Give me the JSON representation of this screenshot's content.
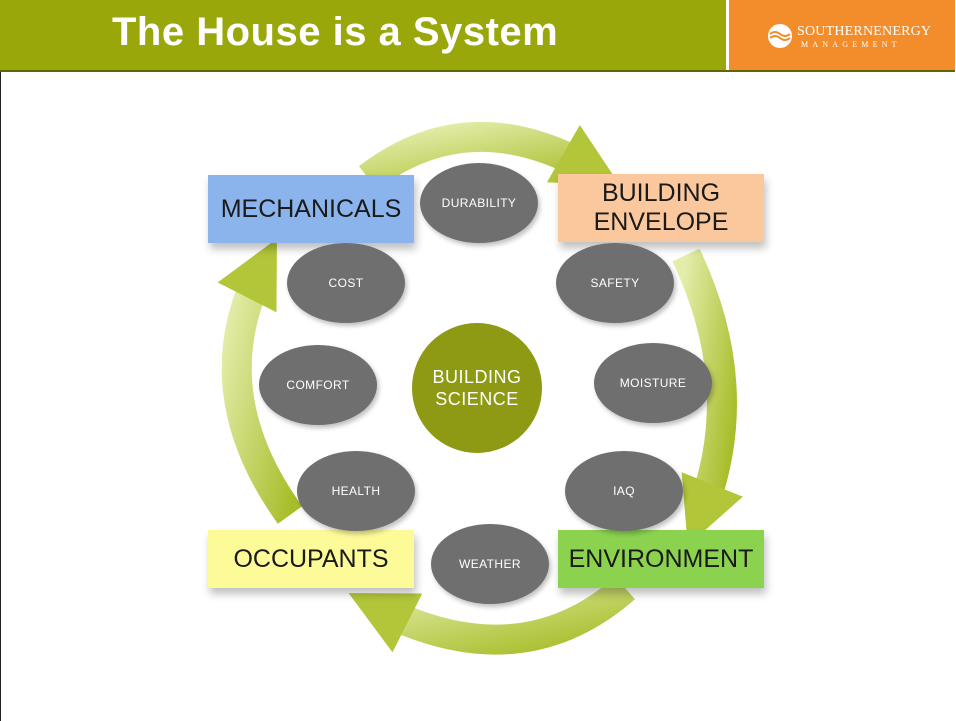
{
  "header": {
    "title": "The House is a System",
    "logo": {
      "line1": "SOUTHERNENERGY",
      "line2": "MANAGEMENT"
    }
  },
  "diagram": {
    "center": {
      "line1": "BUILDING",
      "line2": "SCIENCE"
    },
    "corners": {
      "top_left": "MECHANICALS",
      "top_right": {
        "line1": "BUILDING",
        "line2": "ENVELOPE"
      },
      "bottom_left": "OCCUPANTS",
      "bottom_right": "ENVIRONMENT"
    },
    "factors": {
      "durability": "DURABILITY",
      "cost": "COST",
      "safety": "SAFETY",
      "comfort": "COMFORT",
      "moisture": "MOISTURE",
      "health": "HEALTH",
      "iaq": "IAQ",
      "weather": "WEATHER"
    }
  },
  "colors": {
    "title_bar": "#9aa70a",
    "logo_bg": "#f38d2b",
    "mechanicals": "#8cb4ec",
    "building_envelope": "#fbc89d",
    "occupants": "#fdfa98",
    "environment": "#8bd34f",
    "factor_oval": "#6f6f6f",
    "center_circle": "#8e9a13",
    "arrow": "#c8d86a"
  }
}
